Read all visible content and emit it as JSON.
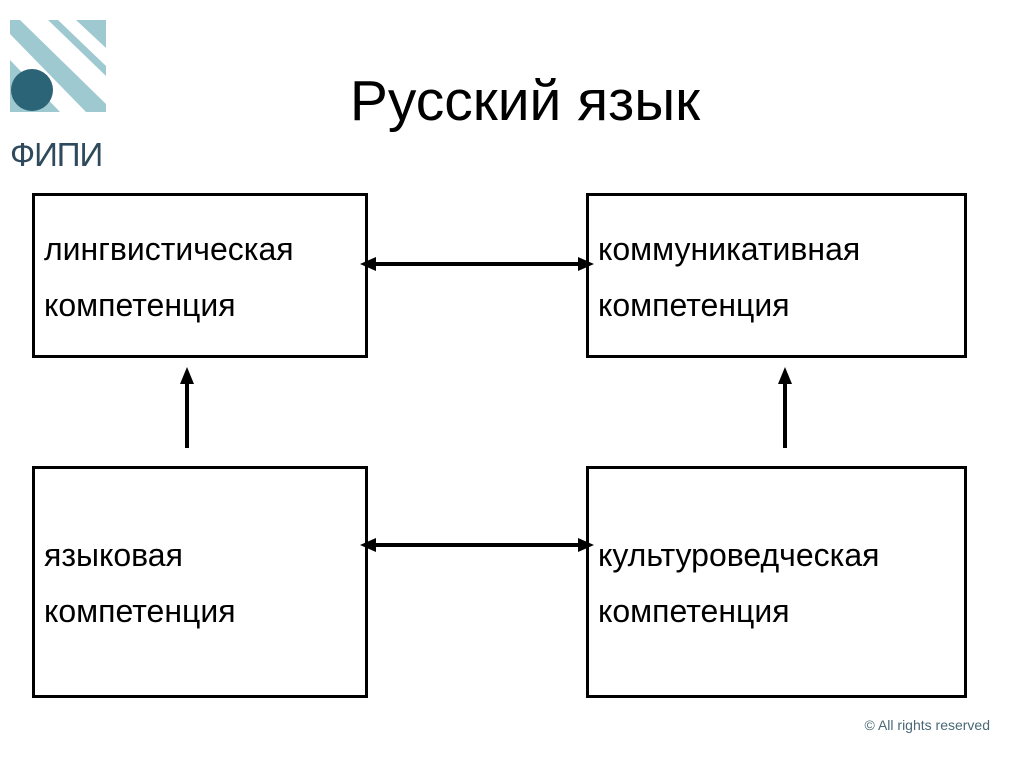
{
  "logo": {
    "text": "ФИПИ",
    "icon": "fipi-logo-icon",
    "colors": {
      "stripe": "#9fc9d0",
      "circle": "#2b6377",
      "text": "#2f4a5c"
    }
  },
  "title": "Русский язык",
  "boxes": [
    {
      "line1": "лингвистическая",
      "line2": "компетенция"
    },
    {
      "line1": "коммуникативная",
      "line2": "компетенция"
    },
    {
      "line1": "языковая",
      "line2": "компетенция"
    },
    {
      "line1": "культуроведческая",
      "line2": "компетенция"
    }
  ],
  "connections": [
    {
      "type": "bidirectional",
      "between": [
        "лингвистическая компетенция",
        "коммуникативная компетенция"
      ]
    },
    {
      "type": "bidirectional",
      "between": [
        "языковая компетенция",
        "культуроведческая компетенция"
      ]
    },
    {
      "type": "directed",
      "from": "языковая компетенция",
      "to": "лингвистическая компетенция"
    },
    {
      "type": "directed",
      "from": "культуроведческая компетенция",
      "to": "коммуникативная компетенция"
    }
  ],
  "footer": {
    "copyright_symbol": "©",
    "copyright_text": "All rights reserved",
    "color": "#4a6878"
  }
}
